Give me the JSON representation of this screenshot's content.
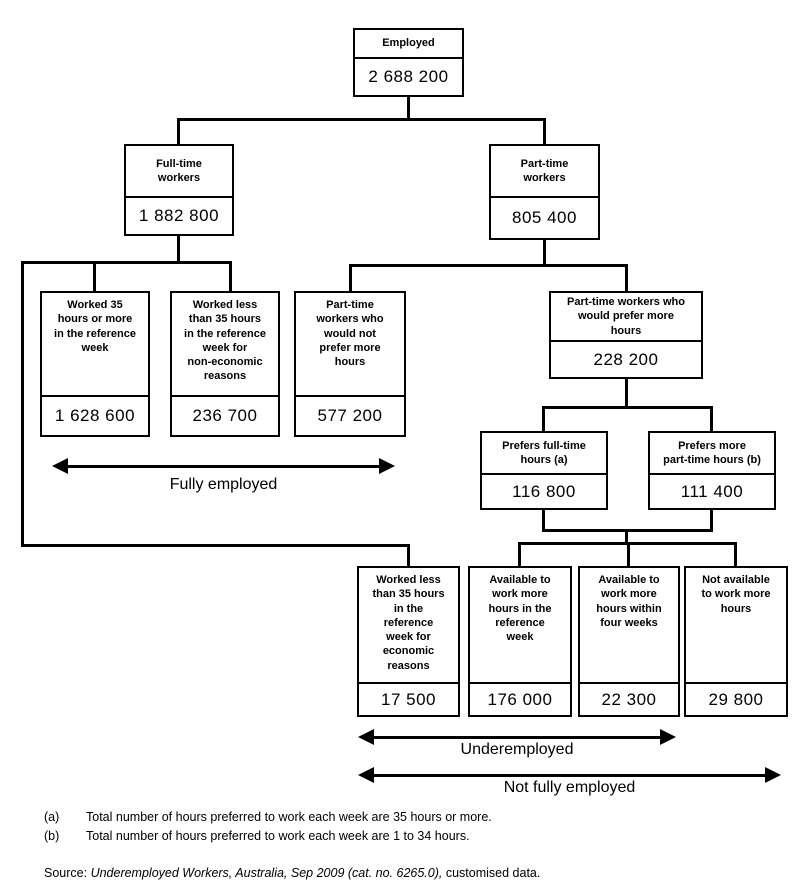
{
  "colors": {
    "background": "#ffffff",
    "line": "#000000",
    "text": "#000000"
  },
  "nodes": {
    "employed": {
      "label": "Employed",
      "value": "2 688 200"
    },
    "full_time_workers": {
      "label": "Full-time\nworkers",
      "value": "1 882 800"
    },
    "part_time_workers": {
      "label": "Part-time\nworkers",
      "value": "805 400"
    },
    "worked_35_or_more": {
      "label": "Worked 35\nhours or more\nin the reference\nweek",
      "value": "1 628 600"
    },
    "worked_less_non_economic": {
      "label": "Worked less\nthan 35 hours\nin the reference\nweek for\nnon-economic\nreasons",
      "value": "236 700"
    },
    "pt_would_not_prefer": {
      "label": "Part-time\nworkers who\nwould not\nprefer more\nhours",
      "value": "577 200"
    },
    "pt_would_prefer": {
      "label": "Part-time workers who\nwould prefer more\nhours",
      "value": "228 200"
    },
    "prefers_full_time": {
      "label": "Prefers full-time\nhours (a)",
      "value": "116 800"
    },
    "prefers_more_part_time": {
      "label": "Prefers more\npart-time hours (b)",
      "value": "111 400"
    },
    "worked_less_economic": {
      "label": "Worked less\nthan 35 hours\nin the\nreference\nweek for\neconomic\nreasons",
      "value": "17 500"
    },
    "available_reference_week": {
      "label": "Available to\nwork more\nhours in the\nreference\nweek",
      "value": "176 000"
    },
    "available_four_weeks": {
      "label": "Available to\nwork more\nhours within\nfour weeks",
      "value": "22 300"
    },
    "not_available": {
      "label": "Not available\nto work more\nhours",
      "value": "29 800"
    }
  },
  "arrows": {
    "fully_employed": "Fully employed",
    "underemployed": "Underemployed",
    "not_fully_employed": "Not fully employed"
  },
  "footnotes": [
    {
      "marker": "(a)",
      "text": "Total number of hours preferred to work each week are 35 hours or more."
    },
    {
      "marker": "(b)",
      "text": "Total number of hours preferred to work each week are 1 to 34 hours."
    }
  ],
  "source": {
    "prefix": "Source: ",
    "citation": "Underemployed Workers, Australia, Sep 2009 (cat. no. 6265.0),",
    "suffix": " customised data."
  }
}
